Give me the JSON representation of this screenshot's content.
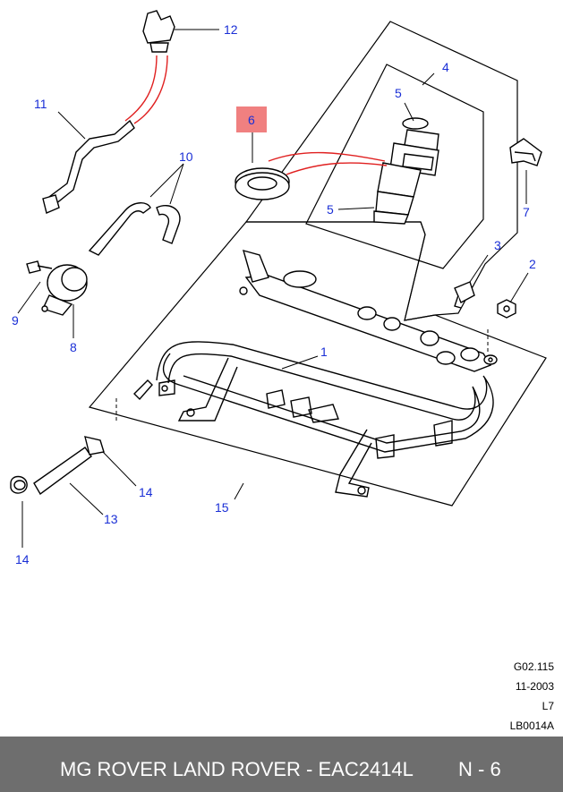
{
  "diagram": {
    "callouts": {
      "c1": "1",
      "c2": "2",
      "c3": "3",
      "c4": "4",
      "c5a": "5",
      "c5b": "5",
      "c6": "6",
      "c7": "7",
      "c8": "8",
      "c9": "9",
      "c10": "10",
      "c11": "11",
      "c12": "12",
      "c13": "13",
      "c14a": "14",
      "c14b": "14",
      "c15": "15"
    },
    "highlight_color": "#f08080",
    "callout_color": "#1a2fd6",
    "fuel_line_color": "#e02020"
  },
  "meta": {
    "figure_code": "G02.115",
    "date": "11-2003",
    "level": "L7",
    "illustration_id": "LB0014A"
  },
  "footer": {
    "title": "MG ROVER LAND ROVER - EAC2414L",
    "page": "N - 6",
    "background": "#6e6e6e"
  }
}
